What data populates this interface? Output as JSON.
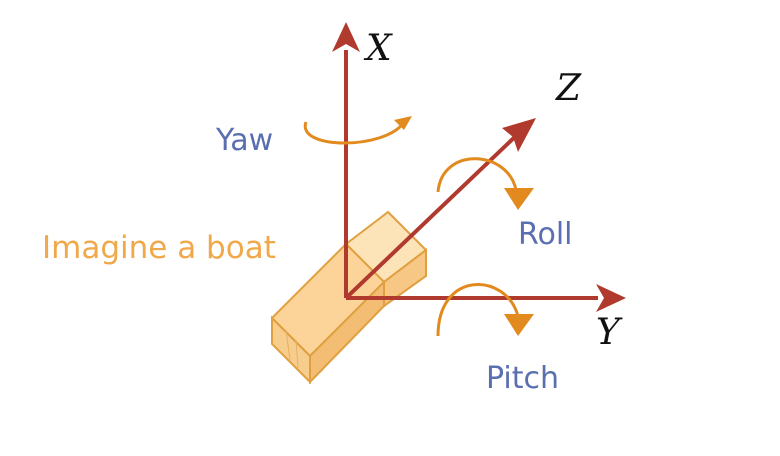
{
  "axes": {
    "x": "X",
    "y": "Y",
    "z": "Z"
  },
  "rotations": {
    "yaw": "Yaw",
    "roll": "Roll",
    "pitch": "Pitch"
  },
  "boat_label": "Imagine a boat",
  "colors": {
    "axis": "#b03a2e",
    "rotation_arrow": "#e28a1e",
    "rotation_label": "#5a6fb0",
    "boat_label": "#f0a94a",
    "boat_fill": "#fcd7a2",
    "boat_edge": "#e0a040"
  },
  "icons": {
    "boat": "boat-block-icon",
    "axis_arrow": "arrowhead-icon",
    "rotation_arrow": "curved-arrow-icon"
  }
}
